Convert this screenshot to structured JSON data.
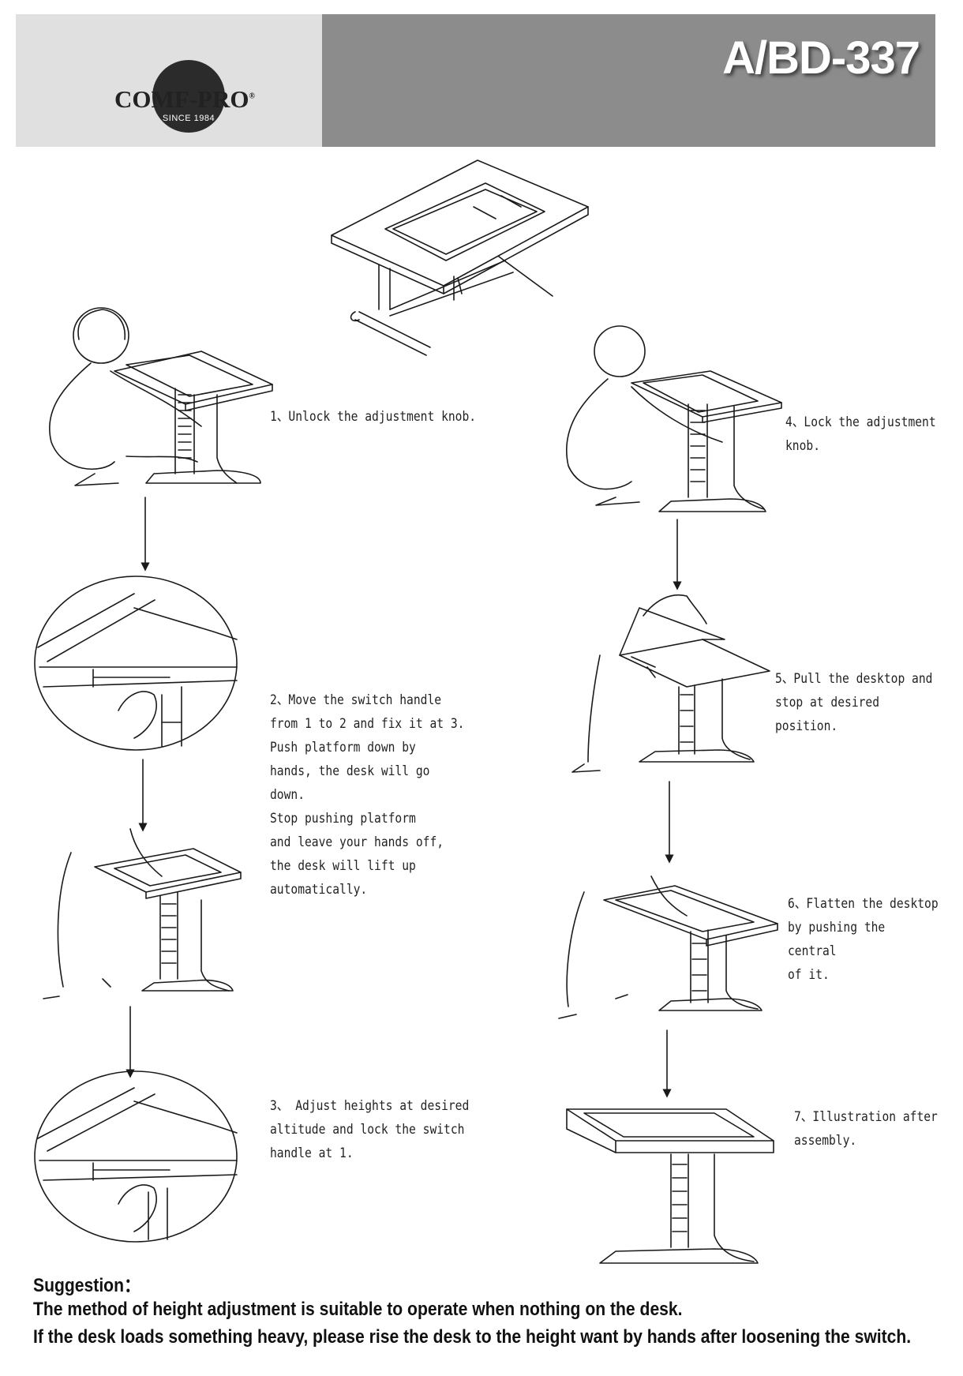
{
  "header": {
    "brand": "COMF-PRO",
    "brand_mark": "®",
    "since": "SINCE 1984",
    "model": "A/BD-337"
  },
  "steps": [
    {
      "id": 1,
      "text": "1、Unlock the adjustment knob."
    },
    {
      "id": 2,
      "text": "2、Move the switch handle\nfrom 1 to 2 and fix it at 3.\nPush platform down by\nhands, the desk will go\ndown.\nStop pushing platform\nand leave your hands off,\nthe desk will lift up\nautomatically."
    },
    {
      "id": 3,
      "text": "3、 Adjust heights at desired\naltitude and lock the switch\nhandle at 1."
    },
    {
      "id": 4,
      "text": "4、Lock the adjustment\nknob."
    },
    {
      "id": 5,
      "text": "5、Pull the desktop and\nstop at desired position."
    },
    {
      "id": 6,
      "text": "6、Flatten the desktop\nby pushing the central\nof it."
    },
    {
      "id": 7,
      "text": "7、Illustration after\nassembly."
    }
  ],
  "suggestion": {
    "title": "Suggestion：",
    "lines": [
      "The method of height adjustment is suitable to operate when nothing on the desk.",
      "If the desk loads something heavy, please rise the desk to the height want by hands after loosening the switch."
    ]
  },
  "colors": {
    "header_light": "#e0e0e0",
    "header_dark": "#8c8c8c",
    "line": "#1a1a1a"
  }
}
